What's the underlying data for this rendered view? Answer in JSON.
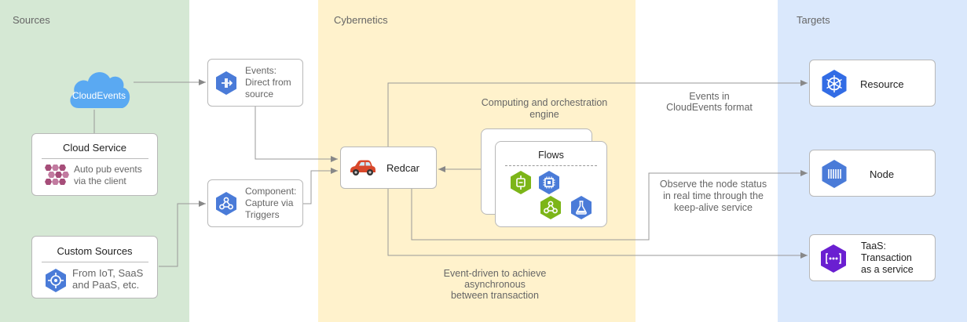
{
  "lanes": {
    "sources": "Sources",
    "cybernetics": "Cybernetics",
    "targets": "Targets"
  },
  "cloud_events": "CloudEvents",
  "cloud_service": {
    "title": "Cloud Service",
    "desc_1": "Auto pub events",
    "desc_2": "via the client"
  },
  "custom_sources": {
    "title": "Custom Sources",
    "desc_1": "From IoT, SaaS",
    "desc_2": "and PaaS, etc."
  },
  "events_direct": {
    "line_1": "Events:",
    "line_2": "Direct from",
    "line_3": "source"
  },
  "component": {
    "line_1": "Component:",
    "line_2": "Capture via",
    "line_3": "Triggers"
  },
  "redcar": "Redcar",
  "engine": {
    "line_1": "Computing and orchestration",
    "line_2": "engine"
  },
  "flows": "Flows",
  "events_format": {
    "line_1": "Events in",
    "line_2": "CloudEvents format"
  },
  "observe": {
    "line_1": "Observe the node status",
    "line_2": "in real time through the",
    "line_3": "keep-alive service"
  },
  "event_driven": {
    "line_1": "Event-driven to achieve",
    "line_2": "asynchronous",
    "line_3": "between transaction"
  },
  "targets": {
    "resource": "Resource",
    "node": "Node",
    "taas_1": "TaaS:",
    "taas_2": "Transaction",
    "taas_3": "as a service"
  },
  "colors": {
    "sources_lane": "#d5e8d4",
    "cybernetics_lane": "#fff2cc",
    "targets_lane": "#dae8fc",
    "gcp_blue": "#4a7bd8",
    "green": "#7cb518",
    "purple": "#6a1fd1",
    "cloud": "#5aa9f2"
  }
}
